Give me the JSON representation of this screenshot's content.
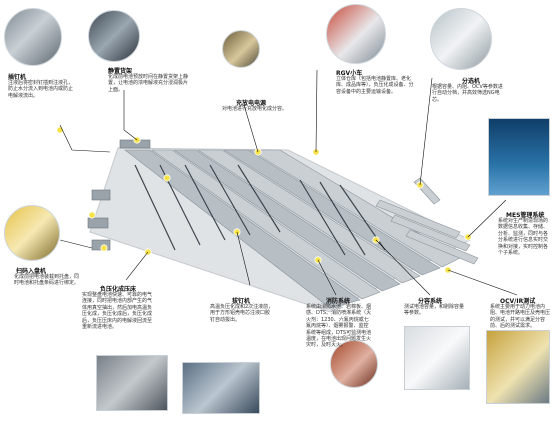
{
  "nodes": {
    "n1": {
      "label": "静置货架",
      "desc": "化成前电池预放时间在静置货架上静置，让电池的浓电解液充分浸润极片上面。"
    },
    "n2": {
      "label": "充放电电源",
      "desc": "对电池进行充放电化成分容。"
    },
    "n3": {
      "label": "RGV小车",
      "desc": "立体仓库（包括电池静置库、老化库、成品库等），负压化成设备、分容设备中的主要运输设备。"
    },
    "n4": {
      "label": "分选机",
      "desc": "根据容量、内阻、OCV等参数进行自动分档，并高效筛选NG电芯。"
    },
    "n5": {
      "label": "MES管理系统",
      "desc": "系统对生产制造现场的数据信息收集、存储、分析、监测，同时与各分系统进行信息实时交换和对接，实时控制各个子系统。"
    },
    "n6": {
      "label": "OCV/IR测试",
      "desc": "系统主要用于动力电池内阻、电池开路电压及壳电压的测试，并可以满足分容前、后的测试需求。"
    },
    "n7": {
      "label": "分容系统",
      "desc": "测试电池容量，和剔除容量等参数。"
    },
    "n8": {
      "label": "消防系统",
      "desc": "系统由消防水池、岩棉板、烟感、DTS、消防喷淋系统（灭火剂：1230、六氟丙烷或七氟丙烷等）、烟雾报警、监控系统等组成，DTS可监测电池温度，在电池出现问题发生火灾时，及时灭火。"
    },
    "n9": {
      "label": "拔钉机",
      "desc": "高温负压化成和2次注液前，用于方形铝壳电芯注液口胶钉自动拔出。"
    },
    "n10": {
      "label": "负压化成压床",
      "desc": "实现整盘电池快速、可靠的电气连接，同时把电池内部产生的气体用真空抽出，然后加电高温负压化成，负压化成后，负压化成后，负压压床内的电解液回流至重新流进电池。"
    },
    "n11": {
      "label": "扫码入盘机",
      "desc": "化成前把电池装载到托盘，同时电池和托盘条码进行绑定。"
    },
    "n12": {
      "label": "插钉机",
      "desc": "注液后将密封钉插到注液孔，防止水分流入到电池内或防止电解液流出。"
    }
  }
}
